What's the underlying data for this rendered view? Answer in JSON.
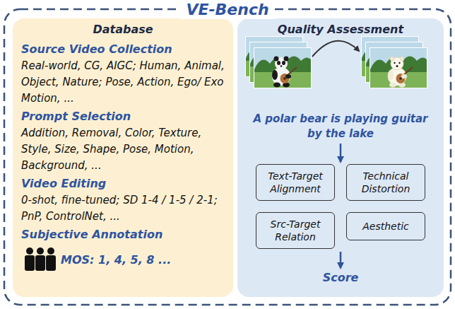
{
  "diagram": {
    "title": "VE-Bench",
    "nodes": [
      {
        "text": [
          "Database",
          "Source Video Collection",
          "Real-world, CG, AIGC; Human, Animal, Object, Nature; Pose, Action, Ego/ Exo Motion, ...",
          "Prompt Selection",
          "Addition, Removal, Color, Texture, Style, Size, Shape, Pose, Motion, Background, ...",
          "Video Editing",
          "0-shot, fine-tuned; SD 1-4 / 1-5 / 2-1; PnP, ControlNet, ...",
          "Subjective Annotation",
          "MOS: 1, 4, 5, 8 ..."
        ]
      },
      {
        "text": [
          "Quality Assessment"
        ]
      },
      {
        "text": [
          "Text-Target Alignment"
        ],
        "in": 1
      },
      {
        "text": [
          "Technical Distortion"
        ],
        "in": 1
      },
      {
        "text": [
          "Src-Target Relation"
        ],
        "in": 1
      },
      {
        "text": [
          "Aesthetic"
        ],
        "in": 1
      }
    ],
    "labels": [
      "A polar bear is playing guitar by the lake",
      "Score"
    ]
  }
}
